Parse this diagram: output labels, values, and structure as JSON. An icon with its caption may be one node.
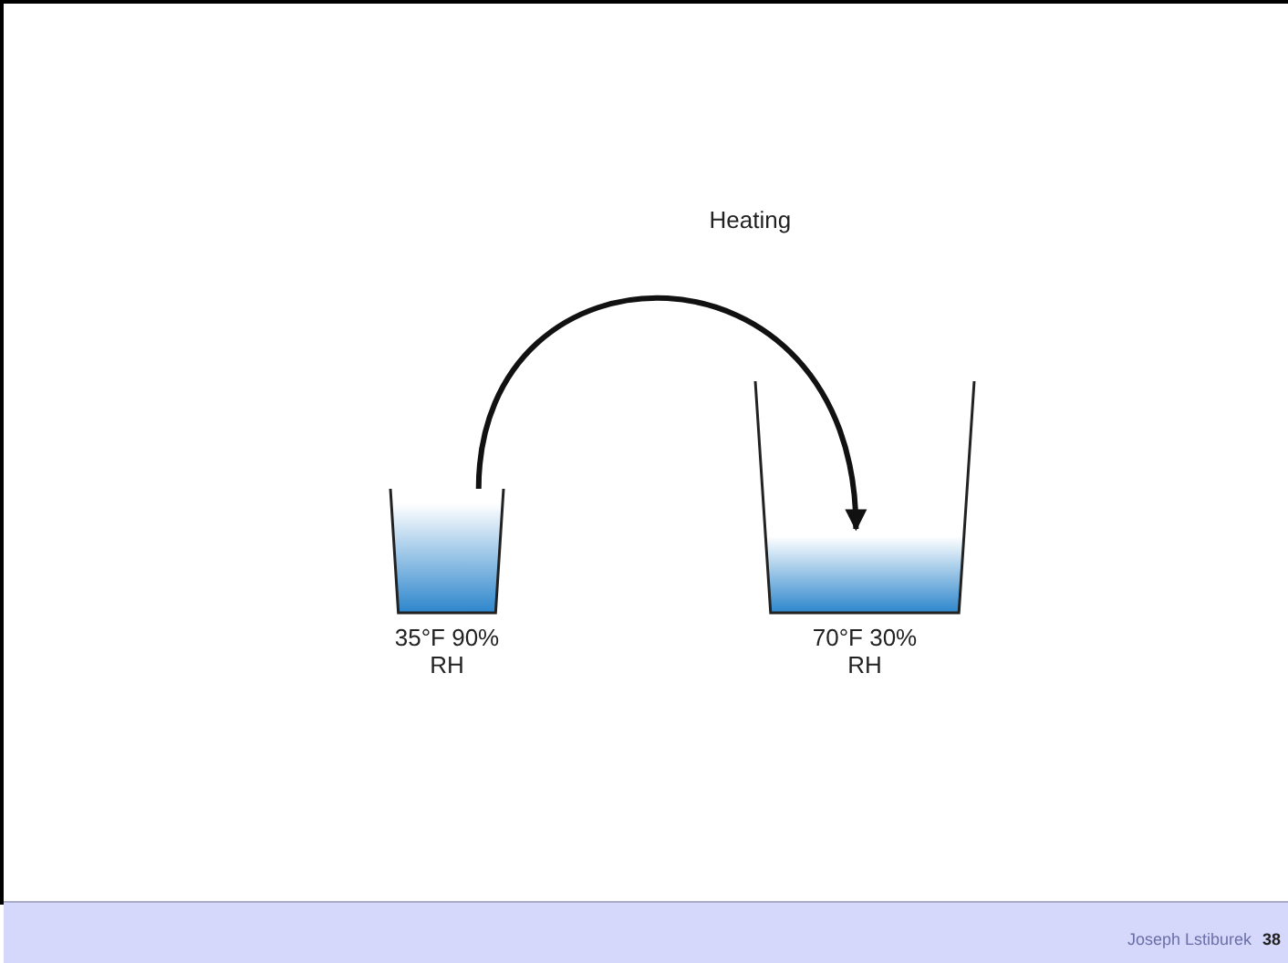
{
  "diagram": {
    "nodes": [
      {
        "text": [],
        "shape": "cup",
        "beside": [
          "35°F 90% RH"
        ]
      },
      {
        "text": [],
        "shape": "cup",
        "beside": [
          "70°F 30% RH"
        ]
      }
    ],
    "edges": [
      {
        "from": 0,
        "to": 1,
        "arrow": "to",
        "label": "Heating"
      }
    ],
    "labels": [
      "Joseph Lstiburek",
      "38"
    ]
  }
}
